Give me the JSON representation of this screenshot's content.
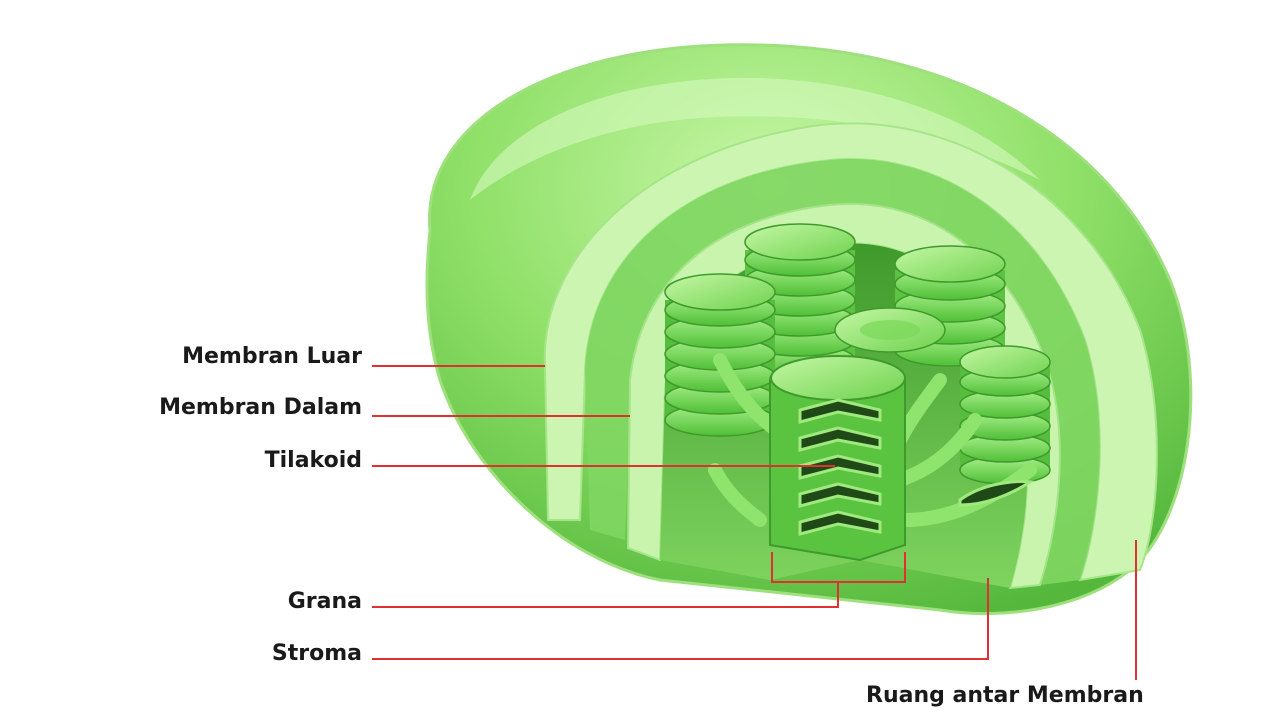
{
  "labels": {
    "outer_membrane": "Membran Luar",
    "inner_membrane": "Membran Dalam",
    "thylakoid": "Tilakoid",
    "grana": "Grana",
    "stroma": "Stroma",
    "intermembrane_space": "Ruang antar Membran"
  },
  "colors": {
    "leader_line": "#e03030",
    "organelle_light": "#b8f09a",
    "organelle_mid": "#7ad85a",
    "organelle_dark": "#3a9a2a",
    "thylakoid_lumen": "#1f4a18",
    "text": "#1a1a1a"
  }
}
